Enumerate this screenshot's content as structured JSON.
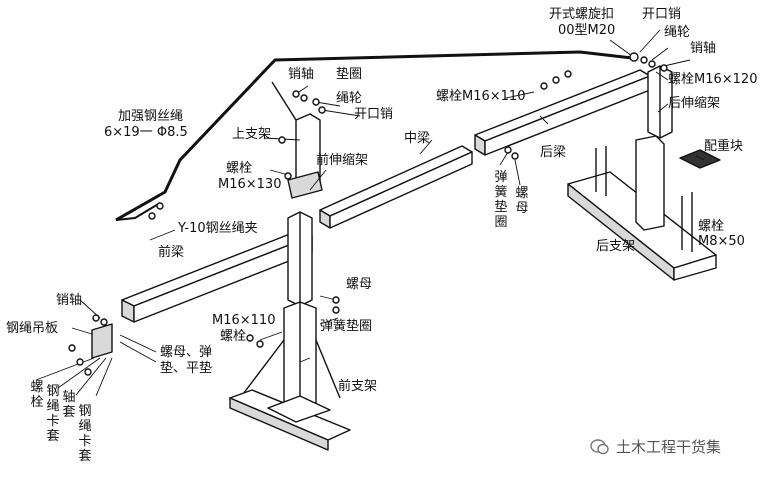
{
  "labels": {
    "open_turnbuckle": "开式螺旋扣",
    "turnbuckle_model": "00型M20",
    "cotter_pin_top": "开口销",
    "rope_wheel_top": "绳轮",
    "pin_shaft_top": "销轴",
    "bolt_m16x120": "螺栓M16×120",
    "rear_telescopic": "后伸缩架",
    "counterweight": "配重块",
    "bolt_m8x50_a": "螺栓",
    "bolt_m8x50_b": "M8×50",
    "rear_frame": "后支架",
    "rear_beam": "后梁",
    "bolt_m16x110_top": "螺栓M16×110",
    "spring_washer_vert": "弹簧垫圈",
    "nut_vert": "螺母",
    "middle_beam": "中梁",
    "pin_shaft_mid": "销轴",
    "washer_mid": "垫圈",
    "rope_wheel_mid": "绳轮",
    "cotter_pin_mid": "开口销",
    "reinforced_rope_1": "加强钢丝绳",
    "reinforced_rope_2": "6×19一 Φ8.5",
    "upper_bracket": "上支架",
    "bolt_m16x130_a": "螺栓",
    "bolt_m16x130_b": "M16×130",
    "front_telescopic": "前伸缩架",
    "rope_clamp": "Y-10钢丝绳夹",
    "front_beam": "前梁",
    "nut_right": "螺母",
    "bolt_m16x110_a": "M16×110",
    "bolt_m16x110_b": "螺栓",
    "spring_washer_right": "弹簧垫圈",
    "front_frame": "前支架",
    "pin_shaft_left": "销轴",
    "rope_hanger": "钢绳吊板",
    "nut_washers_1": "螺母、弹",
    "nut_washers_2": "垫、平垫",
    "bolt_vert": "螺栓",
    "rope_clip_vert": "钢绳卡套",
    "shaft_sleeve_vert": "轴套",
    "rope_clip2_vert": "钢绳卡套"
  },
  "watermark": "土木工程干货集",
  "colors": {
    "ink": "#111111",
    "fill": "#ffffff",
    "shade": "#d9d9d9"
  }
}
